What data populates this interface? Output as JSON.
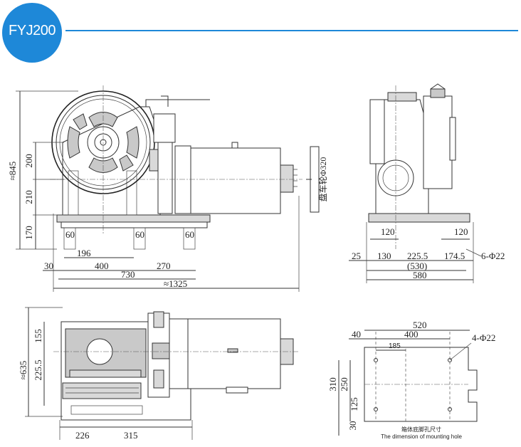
{
  "header": {
    "model": "FYJ200",
    "badge_color": "#1e88d8",
    "rule_color": "#1e88d8"
  },
  "front_view": {
    "height_total": "≈845",
    "height_upper": "200",
    "height_middle": "210",
    "height_base": "170",
    "foot_60_a": "60",
    "foot_60_b": "60",
    "foot_60_c": "60",
    "dim_196": "196",
    "dim_30": "30",
    "dim_400": "400",
    "dim_270": "270",
    "dim_730": "730",
    "length_total": "≈1325",
    "handwheel_label": "盘车轮Φ320"
  },
  "side_view": {
    "dim_120_left": "120",
    "dim_120_right": "120",
    "dim_25": "25",
    "dim_130": "130",
    "dim_225_5": "225.5",
    "dim_174_5": "174.5",
    "dim_530": "(530)",
    "dim_580": "580",
    "holes": "6-Φ22"
  },
  "top_view": {
    "dim_155": "155",
    "depth_total": "≈635",
    "dim_225_5": "225.5",
    "dim_226": "226",
    "dim_315": "315"
  },
  "hole_view": {
    "dim_520": "520",
    "dim_40": "40",
    "dim_400": "400",
    "dim_185": "185",
    "holes": "4-Φ22",
    "dim_310": "310",
    "dim_250": "250",
    "dim_125": "125",
    "dim_30": "30",
    "caption_cn": "箱体底脚孔尺寸",
    "caption_en": "The dimension of mounting hole"
  }
}
